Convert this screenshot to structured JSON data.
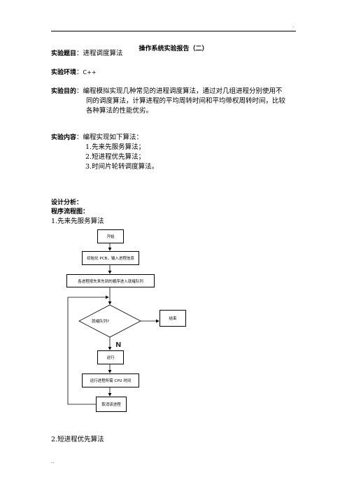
{
  "header": {
    "dot": "."
  },
  "footer": {
    "dot": ".."
  },
  "title": "操作系统实验报告（二）",
  "topic": {
    "label": "实验题目",
    "sep": "：",
    "value": "进程调度算法"
  },
  "env": {
    "label": "实验环境",
    "sep": "：",
    "value": "C++"
  },
  "purpose": {
    "label": "实验目的",
    "sep": "：",
    "line1": "编程模拟实现几种常见的进程调度算法，通过对几组进程分别使用不",
    "line2": "同的调度算法，计算进程的平均周转时间和平均带权周转时间，比较",
    "line3": "各种算法的性能优劣。"
  },
  "content": {
    "label": "实验内容",
    "sep": "：",
    "intro": "编程实现如下算法：",
    "items": [
      "1.先来先服务算法；",
      "2.短进程优先算法；",
      "3.时间片轮转调度算法。"
    ]
  },
  "design": "设计分析：",
  "flow_heading": "程序流程图：",
  "section1": "1.先来先服务算法",
  "flowchart": {
    "start": "开始",
    "init": "初始化 PCB，输入进程信息",
    "enqueue": "各进程按先来先到的顺序进入就绪队列",
    "decision": "就绪队列?",
    "end": "结束",
    "n_label": "N",
    "run": "运行",
    "record": "运行进程所需 CPU 时间",
    "cancel": "取消该进程"
  },
  "section2": "2.短进程优先算法"
}
